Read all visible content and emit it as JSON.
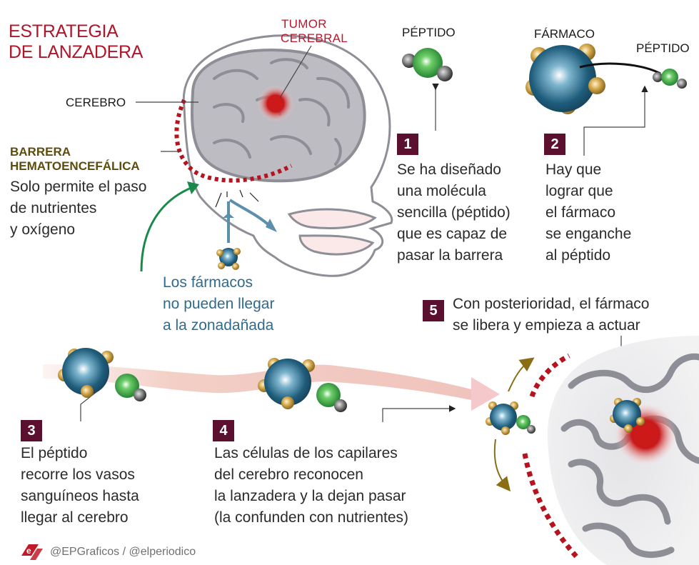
{
  "title": {
    "line1": "ESTRATEGIA",
    "line2": "DE LANZADERA"
  },
  "labels": {
    "tumor_line1": "TUMOR",
    "tumor_line2": "CEREBRAL",
    "cerebro": "CEREBRO",
    "barrier_line1": "BARRERA",
    "barrier_line2": "HEMATOENCEFÁLICA",
    "peptido": "PÉPTIDO",
    "farmaco": "FÁRMACO",
    "peptido2": "PÉPTIDO"
  },
  "barrier_desc": [
    "Solo permite el paso",
    "de nutrientes",
    "y oxígeno"
  ],
  "blocked_desc": [
    "Los fármacos",
    "no pueden llegar",
    "a la zonadañada"
  ],
  "steps": [
    {
      "num": "1",
      "lines": [
        "Se ha diseñado",
        "una molécula",
        "sencilla (péptido)",
        "que es capaz de",
        "pasar la barrera"
      ]
    },
    {
      "num": "2",
      "lines": [
        "Hay que",
        "lograr que",
        "el fármaco",
        "se enganche",
        "al péptido"
      ]
    },
    {
      "num": "3",
      "lines": [
        "El péptido",
        "recorre los vasos",
        "sanguíneos hasta",
        "llegar al cerebro"
      ]
    },
    {
      "num": "4",
      "lines": [
        "Las células de los capilares",
        "del cerebro reconocen",
        "la lanzadera y la dejan pasar",
        "(la confunden con nutrientes)"
      ]
    },
    {
      "num": "5",
      "lines": [
        "Con posterioridad, el fármaco",
        "se libera y empieza a actuar"
      ]
    }
  ],
  "source": "@EPGraficos / @elperiodico",
  "logo_text": "e",
  "colors": {
    "title": "#b0152a",
    "badge": "#5b1030",
    "barrier": "#b5141f",
    "brain": "#bcbcc2",
    "brain_fold": "#8e8e96",
    "drug": "#2e6b8c",
    "peptide": "#2f9a3a",
    "gold": "#c9a14a",
    "arrow_green": "#1a8a4a",
    "arrow_blue": "#5b8fae",
    "text_blue": "#2e6b8c"
  }
}
